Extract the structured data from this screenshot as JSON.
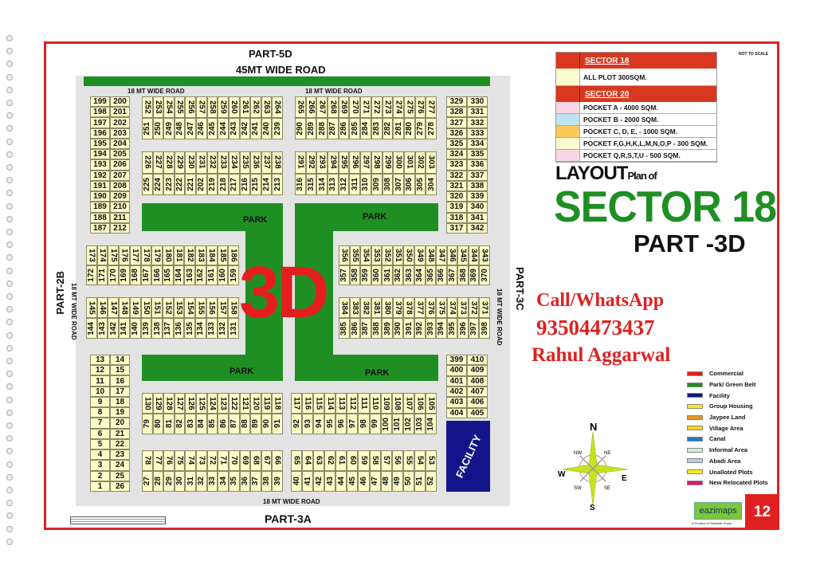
{
  "header": {
    "part_top": "PART-5D",
    "main_road": "45MT WIDE ROAD",
    "road_18": "18 MT WIDE ROAD",
    "part_left": "PART-2B",
    "part_right": "PART-3C",
    "part_bottom": "PART-3A",
    "not_to_scale": "NOT TO SCALE"
  },
  "center_label": "3D",
  "park_label": "PARK",
  "facility_label": "FACILITY",
  "plots": {
    "blocks": [
      {
        "top": [
          252,
          253,
          254,
          255,
          256,
          257,
          258,
          259,
          260,
          261,
          262,
          263,
          264
        ],
        "bottom": [
          251,
          250,
          249,
          248,
          247,
          246,
          245,
          244,
          243,
          242,
          241,
          240,
          239
        ]
      },
      {
        "top": [
          265,
          266,
          267,
          268,
          269,
          270,
          271,
          272,
          273,
          274,
          275,
          276,
          277
        ],
        "bottom": [
          290,
          289,
          288,
          287,
          286,
          285,
          284,
          283,
          282,
          281,
          280,
          279,
          278
        ]
      },
      {
        "top": [
          226,
          227,
          228,
          229,
          230,
          231,
          232,
          233,
          234,
          235,
          236,
          237,
          238
        ],
        "bottom": [
          225,
          224,
          223,
          222,
          221,
          202,
          219,
          218,
          217,
          216,
          215,
          214,
          213
        ]
      },
      {
        "top": [
          291,
          292,
          293,
          294,
          295,
          296,
          297,
          298,
          299,
          300,
          301,
          302,
          303
        ],
        "bottom": [
          316,
          315,
          314,
          313,
          312,
          311,
          310,
          309,
          308,
          307,
          306,
          305,
          304
        ]
      },
      {
        "top": [
          173,
          174,
          175,
          176,
          177,
          178,
          179,
          180,
          181,
          182,
          183,
          184,
          185,
          186
        ],
        "bottom": [
          172,
          171,
          170,
          169,
          168,
          167,
          166,
          165,
          164,
          163,
          162,
          161,
          160,
          159
        ]
      },
      {
        "top": [
          145,
          146,
          147,
          148,
          149,
          150,
          151,
          152,
          153,
          154,
          155,
          156,
          157,
          158
        ],
        "bottom": [
          144,
          143,
          142,
          141,
          140,
          139,
          138,
          137,
          136,
          135,
          134,
          133,
          132,
          131
        ]
      },
      {
        "top": [
          356,
          355,
          354,
          353,
          352,
          351,
          350,
          349,
          348,
          347,
          346,
          345,
          344,
          343
        ],
        "bottom": [
          357,
          358,
          359,
          360,
          361,
          362,
          363,
          364,
          365,
          366,
          367,
          368,
          369,
          370
        ]
      },
      {
        "top": [
          384,
          383,
          382,
          381,
          380,
          379,
          378,
          377,
          376,
          375,
          374,
          373,
          372,
          371
        ],
        "bottom": [
          385,
          386,
          387,
          388,
          389,
          390,
          391,
          392,
          393,
          394,
          395,
          396,
          397,
          398
        ]
      },
      {
        "top": [
          130,
          129,
          128,
          127,
          126,
          125,
          124,
          123,
          122,
          121,
          120,
          119,
          118
        ],
        "bottom": [
          79,
          80,
          81,
          82,
          83,
          84,
          85,
          86,
          87,
          88,
          89,
          90,
          91
        ]
      },
      {
        "top": [
          78,
          77,
          76,
          75,
          74,
          73,
          72,
          71,
          70,
          69,
          68,
          67,
          66
        ],
        "bottom": [
          27,
          28,
          29,
          30,
          31,
          32,
          33,
          34,
          35,
          36,
          37,
          38,
          39
        ]
      },
      {
        "top": [
          117,
          116,
          115,
          114,
          113,
          112,
          111,
          110,
          109,
          108,
          107,
          106,
          105
        ],
        "bottom": [
          92,
          93,
          94,
          95,
          96,
          97,
          98,
          99,
          100,
          101,
          102,
          103,
          104
        ]
      },
      {
        "top": [
          65,
          64,
          63,
          62,
          61,
          60,
          59,
          58,
          57,
          56,
          55,
          54,
          53
        ],
        "bottom": [
          40,
          41,
          42,
          43,
          44,
          45,
          46,
          47,
          48,
          49,
          50,
          51,
          52
        ]
      }
    ],
    "columns": [
      {
        "rows": [
          [
            199,
            200
          ],
          [
            198,
            201
          ],
          [
            197,
            202
          ],
          [
            196,
            203
          ],
          [
            195,
            204
          ],
          [
            194,
            205
          ],
          [
            193,
            206
          ],
          [
            192,
            207
          ],
          [
            191,
            208
          ],
          [
            190,
            209
          ],
          [
            189,
            210
          ],
          [
            188,
            211
          ],
          [
            187,
            212
          ]
        ]
      },
      {
        "rows": [
          [
            329,
            330
          ],
          [
            328,
            331
          ],
          [
            327,
            332
          ],
          [
            326,
            333
          ],
          [
            325,
            334
          ],
          [
            324,
            335
          ],
          [
            323,
            336
          ],
          [
            322,
            337
          ],
          [
            321,
            338
          ],
          [
            320,
            339
          ],
          [
            319,
            340
          ],
          [
            318,
            341
          ],
          [
            317,
            342
          ]
        ]
      },
      {
        "rows": [
          [
            13,
            14
          ],
          [
            12,
            15
          ],
          [
            11,
            16
          ],
          [
            10,
            17
          ],
          [
            9,
            18
          ],
          [
            8,
            19
          ],
          [
            7,
            20
          ],
          [
            6,
            21
          ],
          [
            5,
            22
          ],
          [
            4,
            23
          ],
          [
            3,
            24
          ],
          [
            2,
            25
          ],
          [
            1,
            26
          ]
        ]
      },
      {
        "rows": [
          [
            399,
            410
          ],
          [
            400,
            409
          ],
          [
            401,
            408
          ],
          [
            402,
            407
          ],
          [
            403,
            406
          ],
          [
            404,
            405
          ]
        ]
      }
    ]
  },
  "sizes_table": {
    "sector18": {
      "title": "SECTOR 18",
      "rows": [
        {
          "text": "ALL PLOT  300SQM.",
          "color": "#fdfbd0"
        }
      ]
    },
    "sector20": {
      "title": "SECTOR 20",
      "rows": [
        {
          "text": "POCKET A   - 4000 SQM.",
          "color": "#f9d6e6"
        },
        {
          "text": "POCKET B   - 2000 SQM.",
          "color": "#bfe3f0"
        },
        {
          "text": "POCKET C, D, E, - 1000 SQM.",
          "color": "#fcc95a"
        },
        {
          "text": "POCKET  F,G,H,K,L,M,N,O,P  - 300 SQM.",
          "color": "#fdfbd0"
        },
        {
          "text": "POCKET Q,R,S,T,U  - 500 SQM.",
          "color": "#f9d6e6"
        }
      ]
    }
  },
  "title": {
    "layout": "LAYOUT",
    "plan_of": "Plan of",
    "sector": "SECTOR 18",
    "part": "PART -3D"
  },
  "contact": {
    "label": "Call/WhatsApp",
    "phone": "93504473437",
    "name": "Rahul Aggarwal"
  },
  "legend": [
    {
      "label": "Commercial",
      "color": "#e41e1e"
    },
    {
      "label": "Park/ Green Belt",
      "color": "#1f8f24"
    },
    {
      "label": "Facility",
      "color": "#14148a"
    },
    {
      "label": "Group Housing",
      "color": "#fbe816"
    },
    {
      "label": "Jaypee Land",
      "color": "#e8961c"
    },
    {
      "label": "Village Area",
      "color": "#fbd41a"
    },
    {
      "label": "Canal",
      "color": "#1c78c8"
    },
    {
      "label": "Informal Area",
      "color": "#c8f0dc"
    },
    {
      "label": "Abadi Area",
      "color": "#bcc8ec"
    },
    {
      "label": "Unalloted Plots",
      "color": "#fbe816"
    },
    {
      "label": "New Relocated Plots",
      "color": "#e0147a"
    }
  ],
  "compass": {
    "n": "N",
    "s": "S",
    "e": "E",
    "w": "W",
    "ne": "NE",
    "nw": "NW",
    "se": "SE",
    "sw": "SW"
  },
  "brand": {
    "logo": "eazimaps",
    "tagline": "A Product of Sanskriti Group",
    "page_number": "12"
  },
  "colors": {
    "frame": "#e02020",
    "park": "#1f8f24",
    "plot": "#fdfbc6",
    "facility": "#14148a",
    "accent_red": "#e02020"
  }
}
